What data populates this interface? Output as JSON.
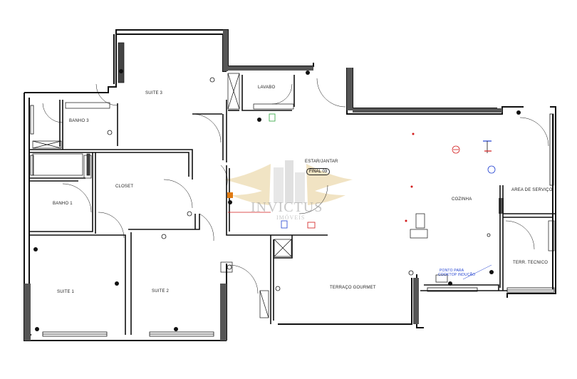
{
  "rooms": {
    "suite3": "SUITE 3",
    "lavabo": "LAVABO",
    "banho3": "BANHO 3",
    "closet": "CLOSET",
    "banho1": "BANHO 1",
    "suite1": "SUITE 1",
    "suite2": "SUITE 2",
    "estar_jantar": "ESTAR/JANTAR",
    "final": "FINAL 03",
    "cozinha": "COZINHA",
    "area_servico": "AREA DE SERVIÇO",
    "terr_tecnico": "TERR. TECNICO",
    "terraco": "TERRAÇO GOURMET"
  },
  "annotations": {
    "ponto_line1": "PONTO PARA",
    "ponto_line2": "COOKTOP INDUÇÃO"
  },
  "watermark": {
    "brand": "INVICTUS",
    "sub": "IMÓVEIS"
  },
  "colors": {
    "wall": "#111111",
    "wall_fill": "#555555",
    "accent_red": "#d21a1a",
    "accent_blue": "#1f3fd0",
    "accent_orange": "#e07a10",
    "accent_green": "#2aa23a",
    "watermark_gold": "#d8b255"
  }
}
